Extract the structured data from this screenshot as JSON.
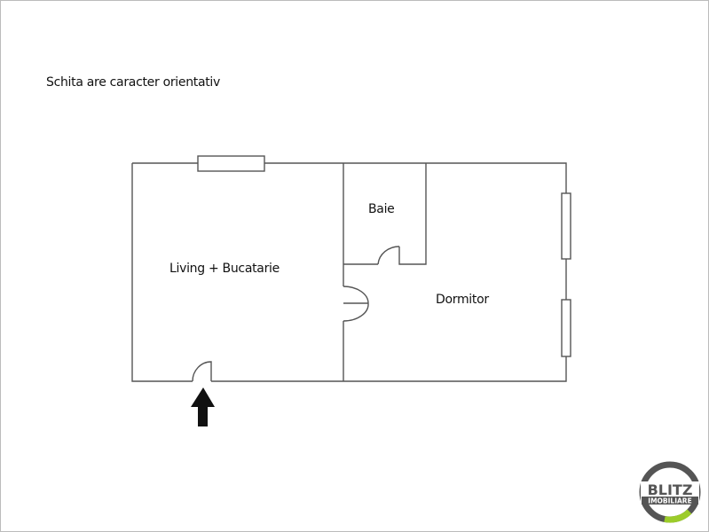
{
  "note": "Schita are caracter orientativ",
  "rooms": [
    {
      "name": "Living + Bucatarie"
    },
    {
      "name": "Baie"
    },
    {
      "name": "Dormitor"
    }
  ],
  "entrance": {
    "icon": "arrow-up-icon"
  },
  "logo": {
    "line1": "BLITZ",
    "line2": "IMOBILIARE",
    "ring_color": "#555555",
    "accent_color": "#9ccc2a"
  },
  "colors": {
    "wall": "#555555",
    "arrow": "#111111"
  }
}
